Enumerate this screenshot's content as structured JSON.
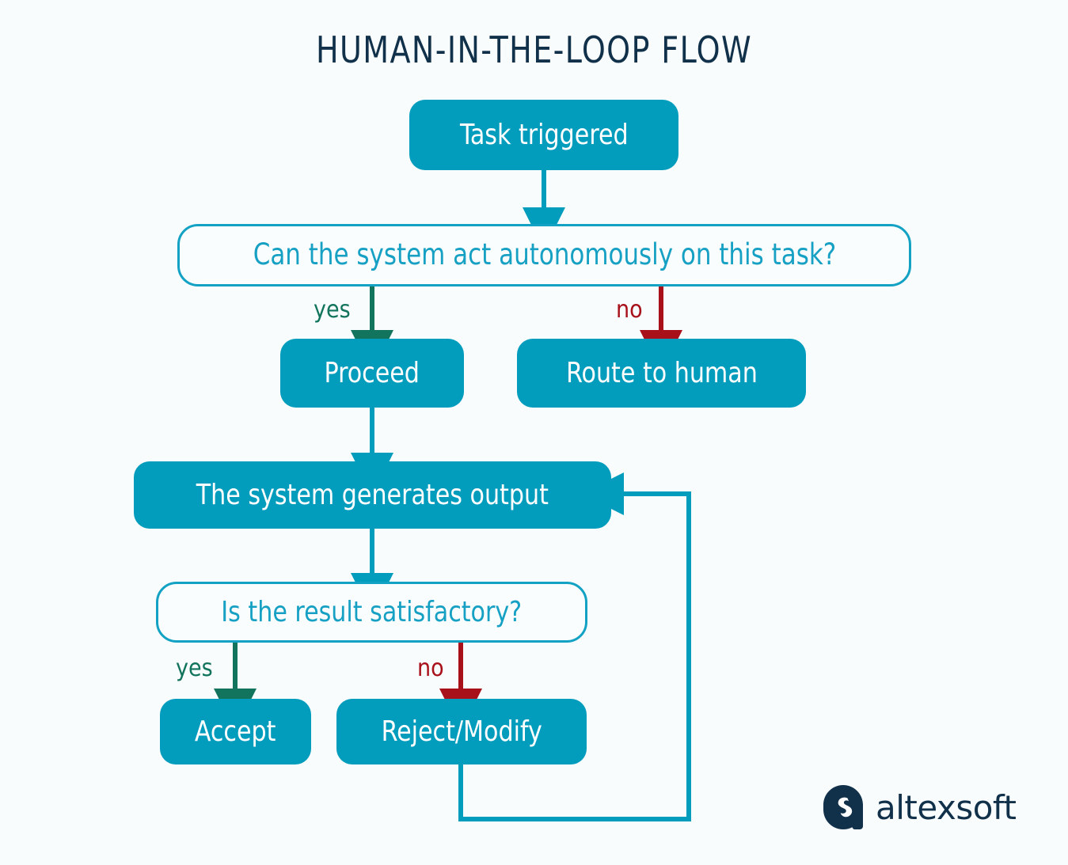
{
  "page": {
    "title": "HUMAN-IN-THE-LOOP FLOW",
    "background_color": "#f8fcfd"
  },
  "colors": {
    "teal_fill": "#029cbd",
    "teal_stroke": "#13a2c4",
    "decision_text": "#16a0c3",
    "title_navy": "#11304a",
    "yes_green": "#12745c",
    "no_red": "#a8101a",
    "node_text_on_fill": "#ffffff"
  },
  "chart_data": {
    "type": "diagram",
    "title": "HUMAN-IN-THE-LOOP FLOW",
    "nodes": [
      {
        "id": "task",
        "label": "Task triggered",
        "shape": "rounded-rect",
        "style": "filled"
      },
      {
        "id": "can_auto",
        "label": "Can the system act autonomously on this task?",
        "shape": "rounded-rect",
        "style": "outlined"
      },
      {
        "id": "proceed",
        "label": "Proceed",
        "shape": "rounded-rect",
        "style": "filled"
      },
      {
        "id": "route",
        "label": "Route to human",
        "shape": "rounded-rect",
        "style": "filled"
      },
      {
        "id": "generate",
        "label": "The system generates output",
        "shape": "rounded-rect",
        "style": "filled"
      },
      {
        "id": "satisfy",
        "label": "Is the result satisfactory?",
        "shape": "rounded-rect",
        "style": "outlined"
      },
      {
        "id": "accept",
        "label": "Accept",
        "shape": "rounded-rect",
        "style": "filled"
      },
      {
        "id": "reject",
        "label": "Reject/Modify",
        "shape": "rounded-rect",
        "style": "filled"
      }
    ],
    "edges": [
      {
        "from": "task",
        "to": "can_auto",
        "label": "",
        "color": "#029cbd"
      },
      {
        "from": "can_auto",
        "to": "proceed",
        "label": "yes",
        "color": "#12745c"
      },
      {
        "from": "can_auto",
        "to": "route",
        "label": "no",
        "color": "#a8101a"
      },
      {
        "from": "proceed",
        "to": "generate",
        "label": "",
        "color": "#029cbd"
      },
      {
        "from": "generate",
        "to": "satisfy",
        "label": "",
        "color": "#029cbd"
      },
      {
        "from": "satisfy",
        "to": "accept",
        "label": "yes",
        "color": "#12745c"
      },
      {
        "from": "satisfy",
        "to": "reject",
        "label": "no",
        "color": "#a8101a"
      },
      {
        "from": "reject",
        "to": "generate",
        "label": "",
        "color": "#029cbd"
      }
    ]
  },
  "edge_labels": {
    "yes_top": "yes",
    "no_top": "no",
    "yes_bottom": "yes",
    "no_bottom": "no"
  },
  "logo": {
    "wordmark": "altexsoft"
  }
}
